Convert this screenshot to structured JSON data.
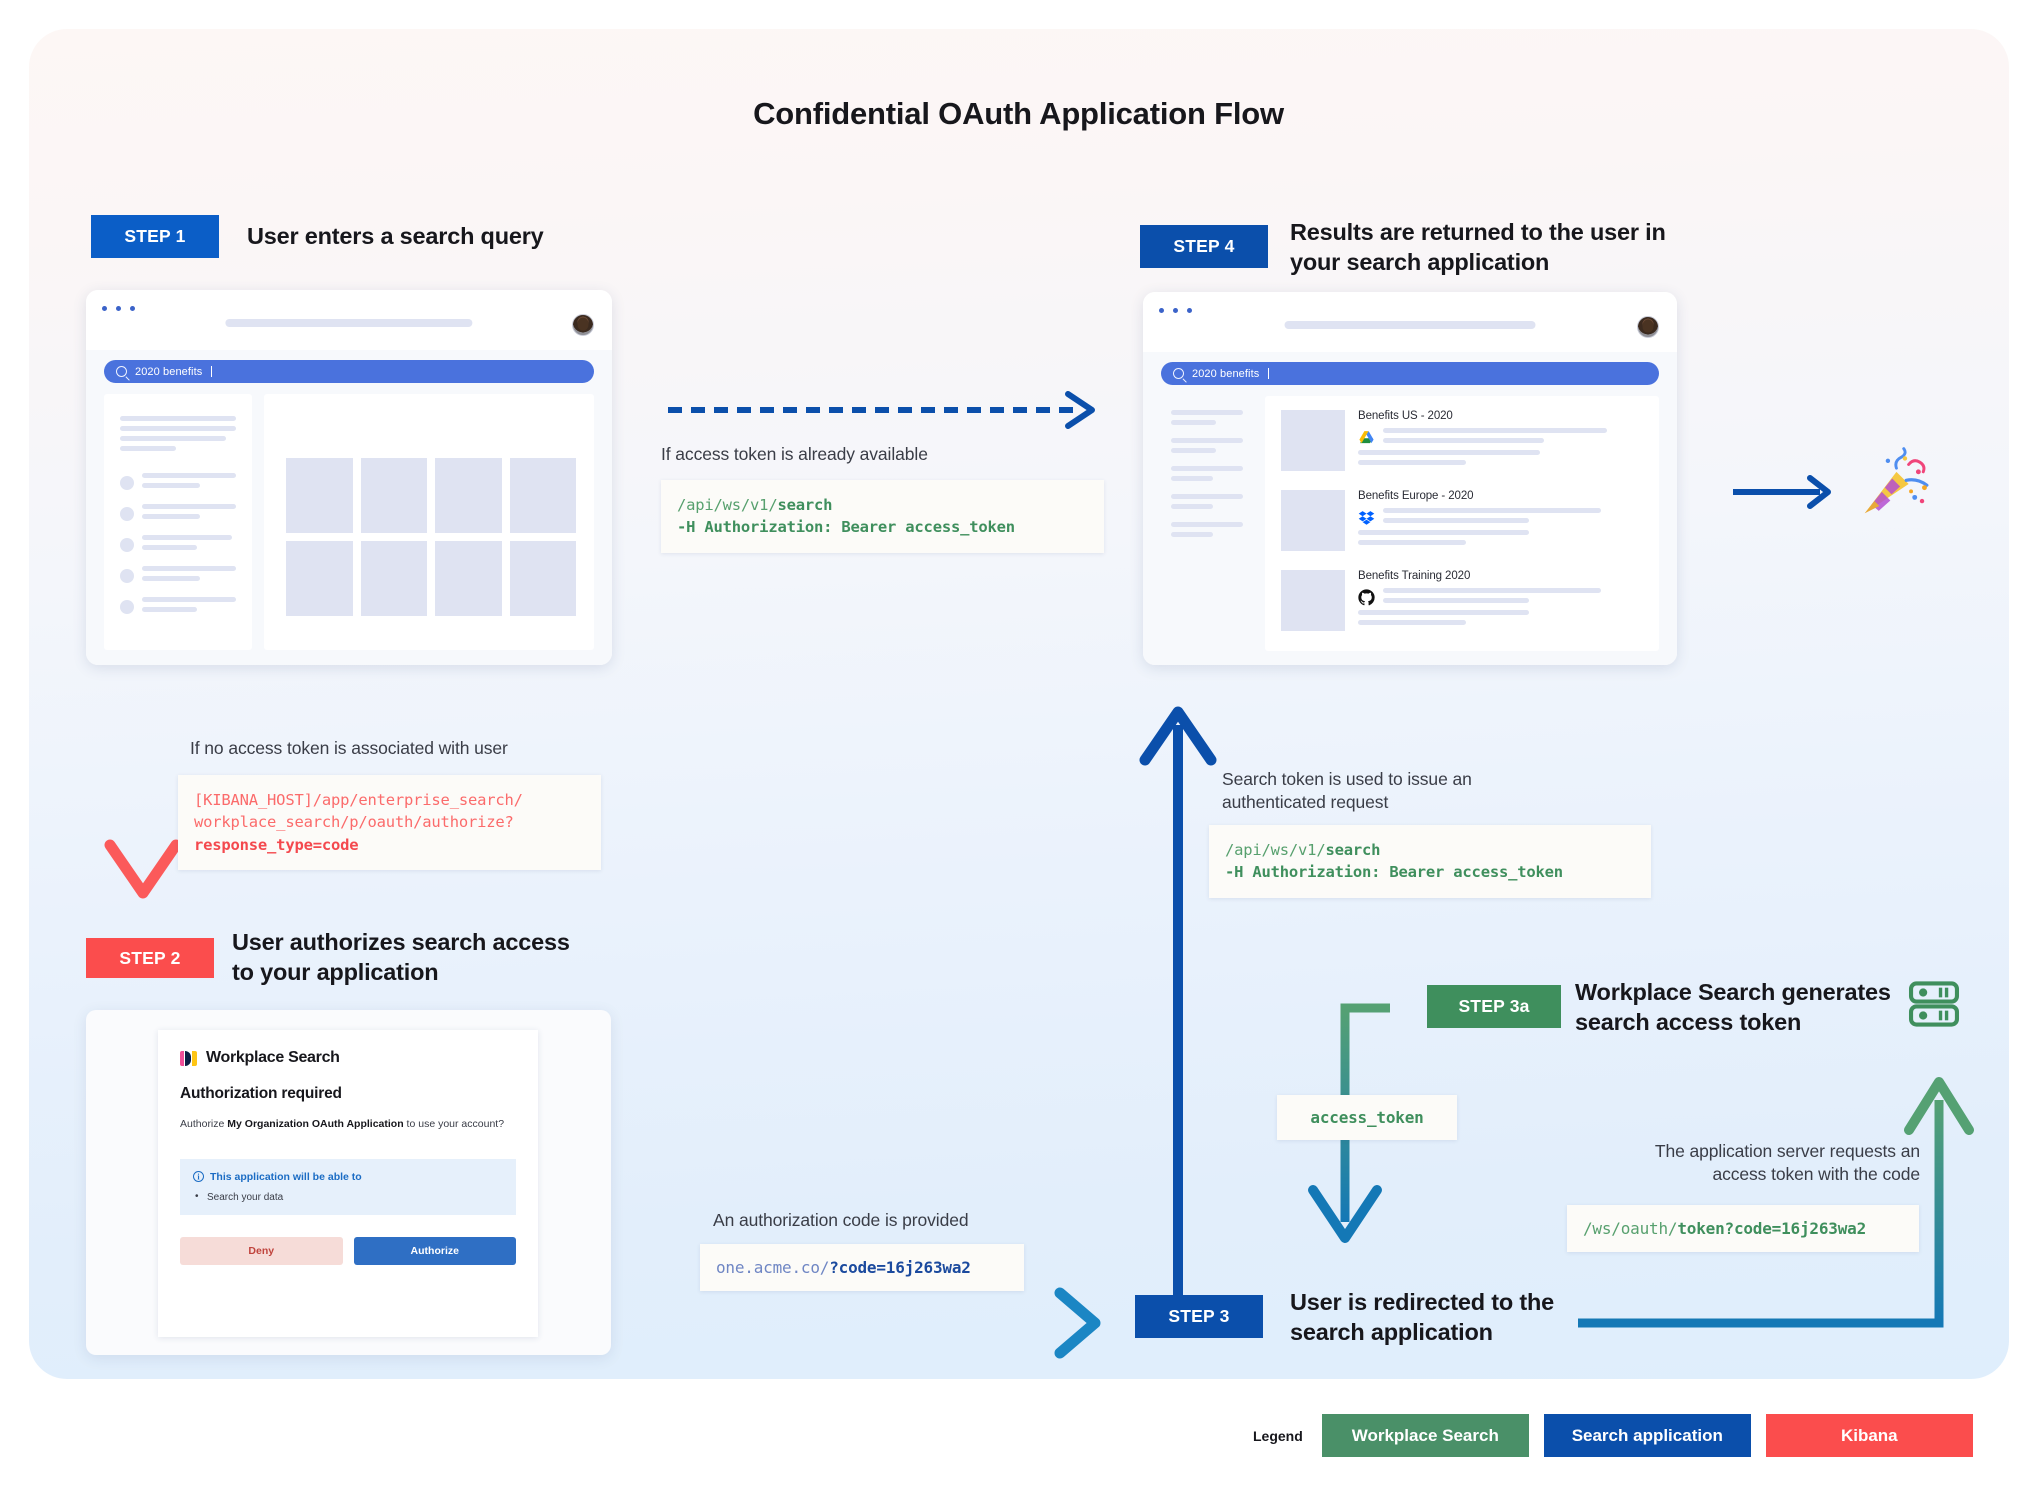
{
  "title": "Confidential OAuth Application Flow",
  "steps": {
    "step1": {
      "badge": "STEP 1",
      "text": "User enters a search query"
    },
    "step2": {
      "badge": "STEP 2",
      "text": "User authorizes search access\nto your application"
    },
    "step3": {
      "badge": "STEP 3",
      "text": "User is redirected to the\nsearch application"
    },
    "step3a": {
      "badge": "STEP 3a",
      "text": "Workplace Search generates\nsearch access token"
    },
    "step4": {
      "badge": "STEP 4",
      "text": "Results are returned to the user in\nyour search application"
    }
  },
  "search_app": {
    "query": "2020 benefits",
    "search_icon": "search-icon",
    "avatar": "user-avatar"
  },
  "results": [
    {
      "title": "Benefits US - 2020",
      "source_icon": "google-drive-icon"
    },
    {
      "title": "Benefits Europe - 2020",
      "source_icon": "dropbox-icon"
    },
    {
      "title": "Benefits Training 2020",
      "source_icon": "github-icon"
    }
  ],
  "notes": {
    "token_available": "If access token is already available",
    "no_token": "If no access token is associated with user",
    "auth_code": "An authorization code is provided",
    "search_token": "Search token is used to issue an\nauthenticated request",
    "server_requests": "The application server requests an\naccess token with the code"
  },
  "code_blocks": {
    "search_request_top": {
      "line1_plain": "/api/ws/v1/",
      "line1_bold": "search",
      "line2": "-H Authorization: Bearer access_token"
    },
    "kibana_authorize": {
      "line1": "[KIBANA_HOST]/app/enterprise_search/",
      "line2": "workplace_search/p/oauth/authorize?",
      "line3_bold": "response_type=code"
    },
    "redirect_code": {
      "plain": "one.acme.co/",
      "bold": "?code=16j263wa2"
    },
    "search_request_right": {
      "line1_plain": "/api/ws/v1/",
      "line1_bold": "search",
      "line2": "-H Authorization: Bearer access_token"
    },
    "token_request": {
      "plain": "/ws/oauth/",
      "bold": "token?code=16j263wa2"
    },
    "access_token": "access_token"
  },
  "auth_dialog": {
    "product": "Workplace Search",
    "heading": "Authorization required",
    "body_pre": "Authorize ",
    "body_bold": "My Organization OAuth Application",
    "body_post": " to use your account?",
    "callout_heading": "This application will be able to",
    "callout_item": "Search your data",
    "deny_label": "Deny",
    "authorize_label": "Authorize"
  },
  "legend": {
    "label": "Legend",
    "items": [
      {
        "label": "Workplace Search",
        "color": "#4a9068"
      },
      {
        "label": "Search application",
        "color": "#0b4fab"
      },
      {
        "label": "Kibana",
        "color": "#fb4d4d"
      }
    ]
  },
  "icons": {
    "server": "server-icon",
    "celebration": "party-popper-icon"
  },
  "colors": {
    "workplace_search": "#4a9068",
    "search_application": "#0b4fab",
    "kibana": "#fb4d4d",
    "code_green": "#3f8f5d",
    "code_red": "#f4494e",
    "code_blue": "#1b4a9e"
  }
}
